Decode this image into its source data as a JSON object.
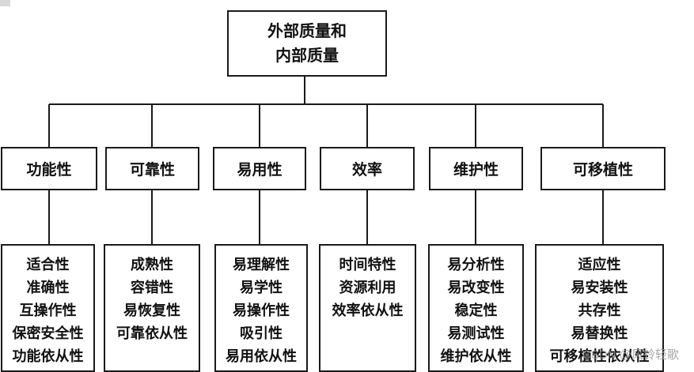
{
  "root": {
    "lines": [
      "外部质量和",
      "内部质量"
    ]
  },
  "categories": [
    {
      "label": "功能性",
      "items": [
        "适合性",
        "准确性",
        "互操作性",
        "保密安全性",
        "功能依从性"
      ]
    },
    {
      "label": "可靠性",
      "items": [
        "成熟性",
        "容错性",
        "易恢复性",
        "可靠依从性"
      ]
    },
    {
      "label": "易用性",
      "items": [
        "易理解性",
        "易学性",
        "易操作性",
        "吸引性",
        "易用依从性"
      ]
    },
    {
      "label": "效率",
      "items": [
        "时间特性",
        "资源利用",
        "效率依从性"
      ]
    },
    {
      "label": "维护性",
      "items": [
        "易分析性",
        "易改变性",
        "稳定性",
        "易测试性",
        "维护依从性"
      ]
    },
    {
      "label": "可移植性",
      "items": [
        "适应性",
        "易安装性",
        "共存性",
        "易替换性",
        "可移植性依从性"
      ]
    }
  ],
  "watermark": "CSDN @风铃轻歌",
  "colors": {
    "ink": "#1a1a1a",
    "background": "#ffffff"
  }
}
